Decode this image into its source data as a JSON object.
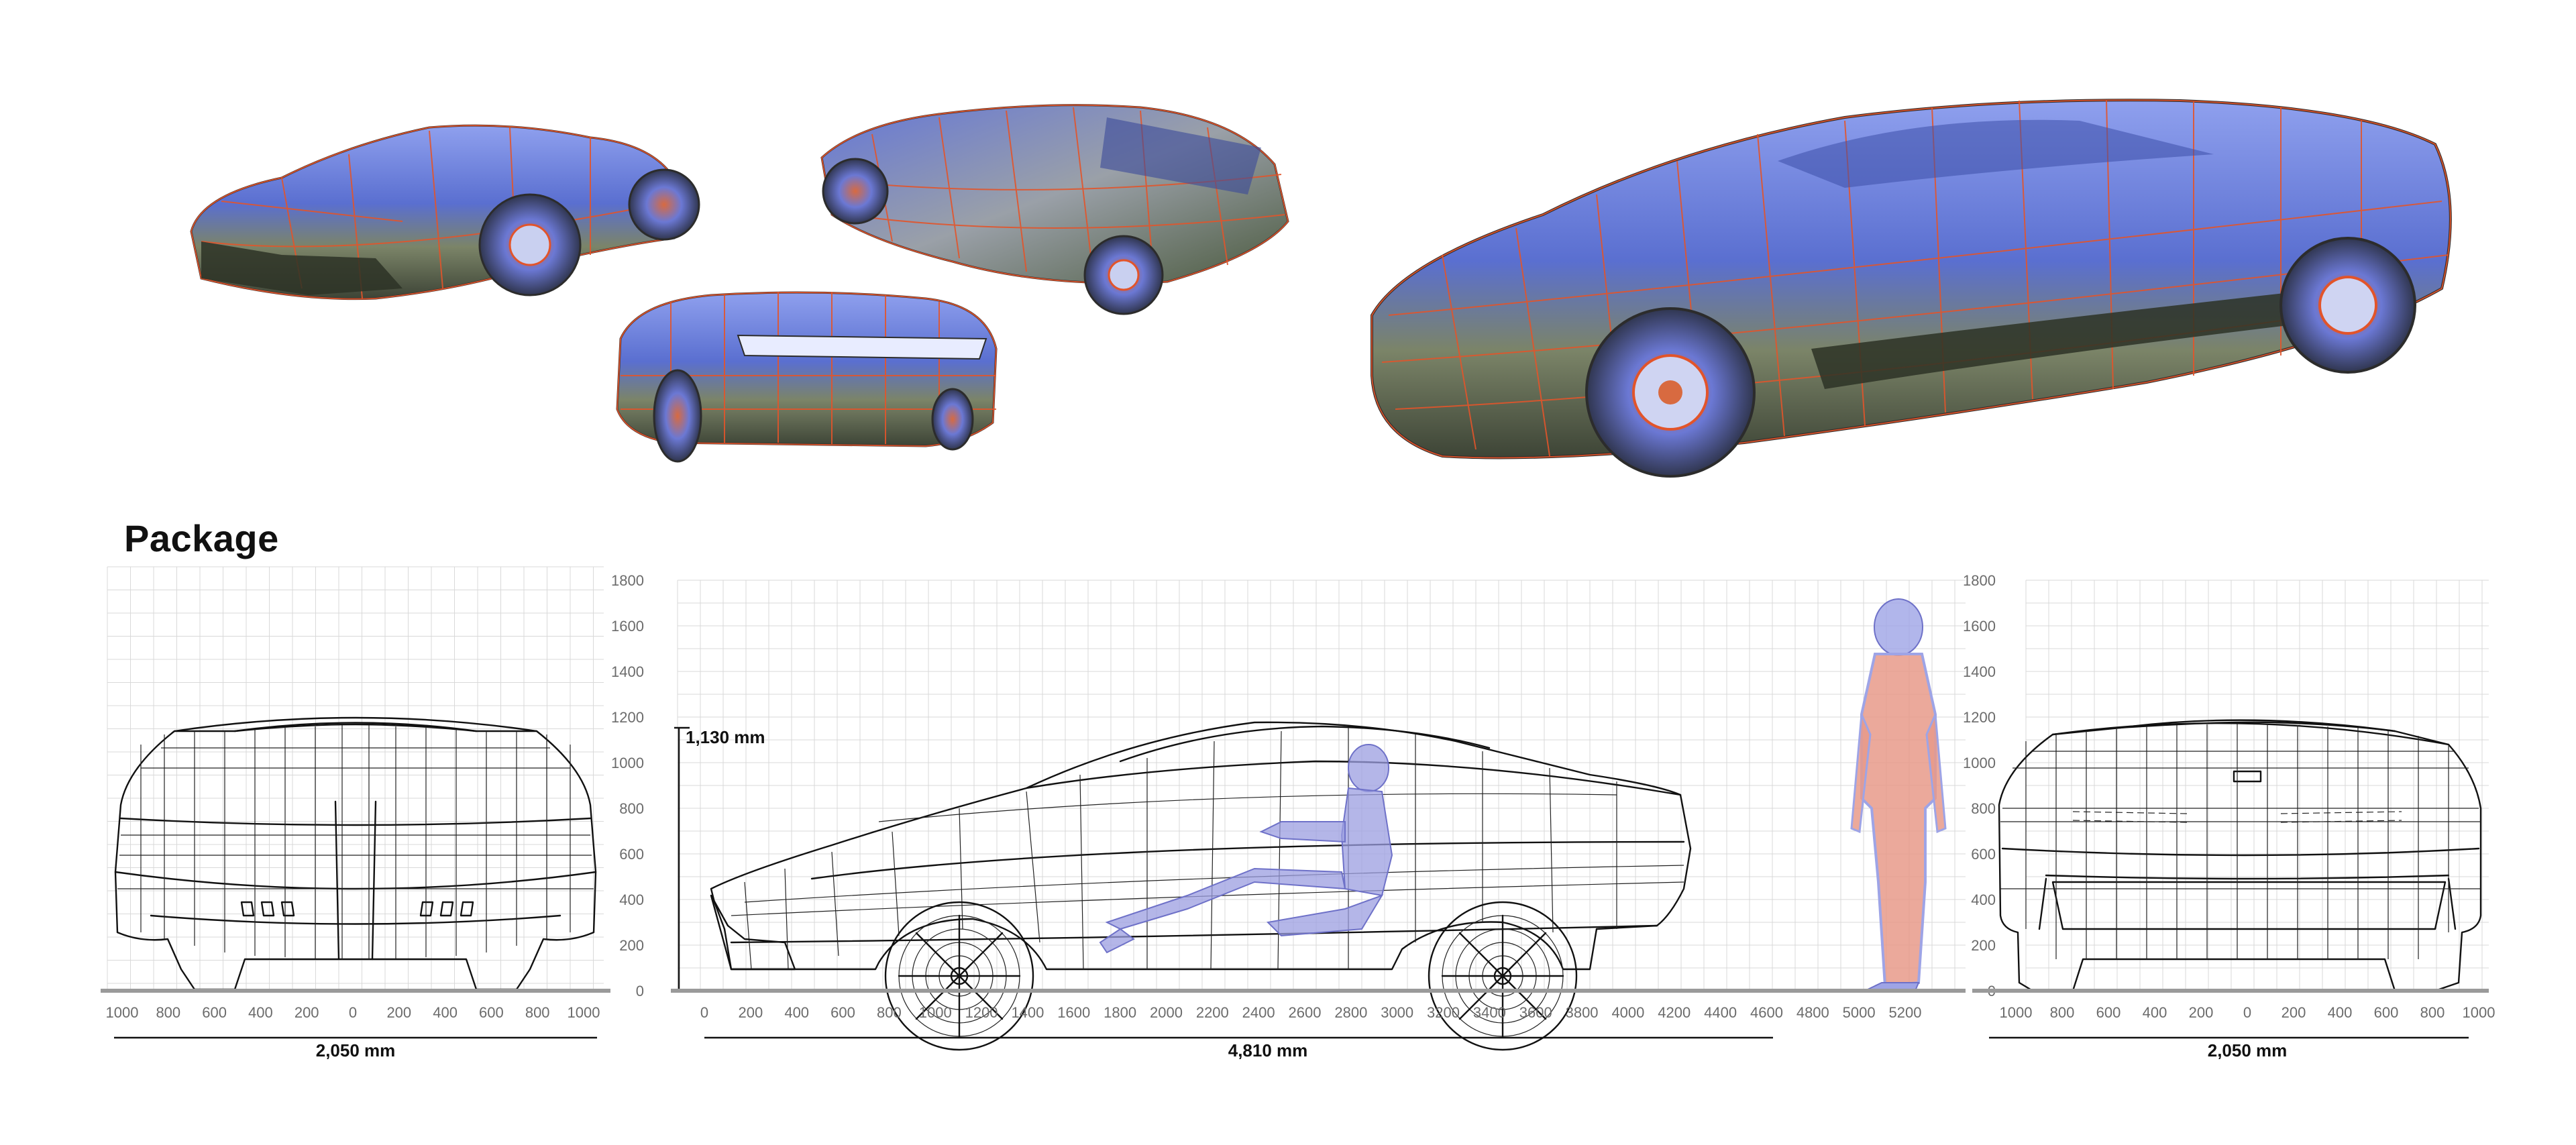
{
  "section_title": "Package",
  "front_view": {
    "x_ticks": [
      "1000",
      "800",
      "600",
      "400",
      "200",
      "0",
      "200",
      "400",
      "600",
      "800",
      "1000"
    ],
    "width_label": "2,050 mm"
  },
  "side_view": {
    "y_ticks": [
      "0",
      "200",
      "400",
      "600",
      "800",
      "1000",
      "1200",
      "1400",
      "1600",
      "1800"
    ],
    "x_ticks": [
      "0",
      "200",
      "400",
      "600",
      "800",
      "1000",
      "1200",
      "1400",
      "1600",
      "1800",
      "2000",
      "2200",
      "2400",
      "2600",
      "2800",
      "3000",
      "3200",
      "3400",
      "3600",
      "3800",
      "4000",
      "4200",
      "4400",
      "4600",
      "4800",
      "5000",
      "5200"
    ],
    "height_label": "1,130 mm",
    "length_label": "4,810 mm"
  },
  "rear_view": {
    "y_ticks": [
      "0",
      "200",
      "400",
      "600",
      "800",
      "1000",
      "1200",
      "1400",
      "1600",
      "1800"
    ],
    "x_ticks": [
      "1000",
      "800",
      "600",
      "400",
      "200",
      "0",
      "200",
      "400",
      "600",
      "800",
      "1000"
    ],
    "width_label": "2,050 mm"
  },
  "colors": {
    "wireframe_accent": "#e2542a",
    "body_blue": "#5a6fd0",
    "body_olive": "#6f7a5e",
    "driver_figure": "#9b9de0",
    "standing_figure_skin": "#e79a8a",
    "standing_figure_outline": "#9ea4e6"
  }
}
